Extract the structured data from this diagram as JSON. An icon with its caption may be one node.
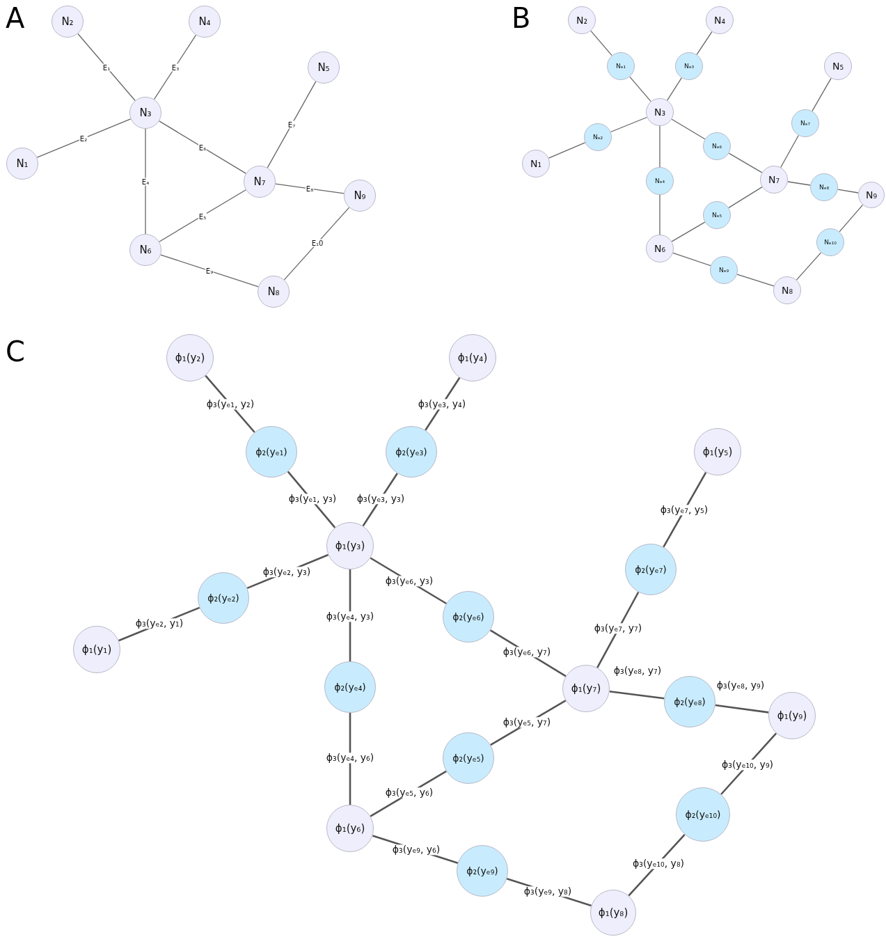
{
  "diagram": {
    "nodes": [
      {
        "text": [
          "N₂"
        ]
      },
      {
        "text": [
          "N₄"
        ]
      },
      {
        "text": [
          "N₅"
        ]
      },
      {
        "text": [
          "N₃"
        ]
      },
      {
        "text": [
          "N₁"
        ]
      },
      {
        "text": [
          "N₇"
        ]
      },
      {
        "text": [
          "N₉"
        ]
      },
      {
        "text": [
          "N₆"
        ]
      },
      {
        "text": [
          "N₈"
        ]
      },
      {
        "text": [
          "N₂"
        ]
      },
      {
        "text": [
          "N₄"
        ]
      },
      {
        "text": [
          "Nₑ₁"
        ]
      },
      {
        "text": [
          "Nₑ₃"
        ]
      },
      {
        "text": [
          "N₅"
        ]
      },
      {
        "text": [
          "N₃"
        ]
      },
      {
        "text": [
          "Nₑ₇"
        ]
      },
      {
        "text": [
          "Nₑ₂"
        ]
      },
      {
        "text": [
          "Nₑ₆"
        ]
      },
      {
        "text": [
          "N₁"
        ]
      },
      {
        "text": [
          "N₇"
        ]
      },
      {
        "text": [
          "Nₑ₄"
        ]
      },
      {
        "text": [
          "Nₑ₈"
        ]
      },
      {
        "text": [
          "N₉"
        ]
      },
      {
        "text": [
          "Nₑ₅"
        ]
      },
      {
        "text": [
          "Nₑ₁₀"
        ]
      },
      {
        "text": [
          "N₆"
        ]
      },
      {
        "text": [
          "Nₑ₉"
        ]
      },
      {
        "text": [
          "N₈"
        ]
      },
      {
        "text": [
          "ϕ₁(y₂)"
        ]
      },
      {
        "text": [
          "ϕ₁(y₄)"
        ]
      },
      {
        "text": [
          "ϕ₂(yₑ₁)"
        ]
      },
      {
        "text": [
          "ϕ₂(yₑ₃)"
        ]
      },
      {
        "text": [
          "ϕ₁(y₅)"
        ]
      },
      {
        "text": [
          "ϕ₁(y₃)"
        ]
      },
      {
        "text": [
          "ϕ₂(yₑ₇)"
        ]
      },
      {
        "text": [
          "ϕ₂(yₑ₂)"
        ]
      },
      {
        "text": [
          "ϕ₂(yₑ₆)"
        ]
      },
      {
        "text": [
          "ϕ₁(y₁)"
        ]
      },
      {
        "text": [
          "ϕ₂(yₑ₄)"
        ]
      },
      {
        "text": [
          "ϕ₁(y₇)"
        ]
      },
      {
        "text": [
          "ϕ₂(yₑ₈)"
        ]
      },
      {
        "text": [
          "ϕ₁(y₉)"
        ]
      },
      {
        "text": [
          "ϕ₂(yₑ₅)"
        ]
      },
      {
        "text": [
          "ϕ₂(yₑ₁₀)"
        ]
      },
      {
        "text": [
          "ϕ₁(y₆)"
        ]
      },
      {
        "text": [
          "ϕ₂(yₑ₉)"
        ]
      },
      {
        "text": [
          "ϕ₁(y₈)"
        ]
      }
    ],
    "edges": [
      {
        "from": 0,
        "to": 3,
        "arrow": "none",
        "label": "E₁"
      },
      {
        "from": 4,
        "to": 3,
        "arrow": "none",
        "label": "E₂"
      },
      {
        "from": 1,
        "to": 3,
        "arrow": "none",
        "label": "E₃"
      },
      {
        "from": 3,
        "to": 7,
        "arrow": "none",
        "label": "E₄"
      },
      {
        "from": 7,
        "to": 5,
        "arrow": "none",
        "label": "E₅"
      },
      {
        "from": 3,
        "to": 5,
        "arrow": "none",
        "label": "E₆"
      },
      {
        "from": 2,
        "to": 5,
        "arrow": "none",
        "label": "E₇"
      },
      {
        "from": 5,
        "to": 6,
        "arrow": "none",
        "label": "E₈"
      },
      {
        "from": 7,
        "to": 8,
        "arrow": "none",
        "label": "E₉"
      },
      {
        "from": 6,
        "to": 8,
        "arrow": "none",
        "label": "E₁0"
      },
      {
        "from": 9,
        "to": 11,
        "arrow": "none"
      },
      {
        "from": 11,
        "to": 14,
        "arrow": "none"
      },
      {
        "from": 10,
        "to": 12,
        "arrow": "none"
      },
      {
        "from": 12,
        "to": 14,
        "arrow": "none"
      },
      {
        "from": 18,
        "to": 16,
        "arrow": "none"
      },
      {
        "from": 16,
        "to": 14,
        "arrow": "none"
      },
      {
        "from": 14,
        "to": 20,
        "arrow": "none"
      },
      {
        "from": 20,
        "to": 25,
        "arrow": "none"
      },
      {
        "from": 14,
        "to": 17,
        "arrow": "none"
      },
      {
        "from": 17,
        "to": 19,
        "arrow": "none"
      },
      {
        "from": 13,
        "to": 15,
        "arrow": "none"
      },
      {
        "from": 15,
        "to": 19,
        "arrow": "none"
      },
      {
        "from": 19,
        "to": 21,
        "arrow": "none"
      },
      {
        "from": 21,
        "to": 22,
        "arrow": "none"
      },
      {
        "from": 19,
        "to": 23,
        "arrow": "none"
      },
      {
        "from": 23,
        "to": 25,
        "arrow": "none"
      },
      {
        "from": 22,
        "to": 24,
        "arrow": "none"
      },
      {
        "from": 24,
        "to": 27,
        "arrow": "none"
      },
      {
        "from": 25,
        "to": 26,
        "arrow": "none"
      },
      {
        "from": 26,
        "to": 27,
        "arrow": "none"
      },
      {
        "from": 28,
        "to": 30,
        "arrow": "none",
        "label": "ϕ₃(yₑ₁, y₂)"
      },
      {
        "from": 30,
        "to": 33,
        "arrow": "none",
        "label": "ϕ₃(yₑ₁, y₃)"
      },
      {
        "from": 29,
        "to": 31,
        "arrow": "none",
        "label": "ϕ₃(yₑ₃, y₄)"
      },
      {
        "from": 31,
        "to": 33,
        "arrow": "none",
        "label": "ϕ₃(yₑ₃, y₃)"
      },
      {
        "from": 33,
        "to": 35,
        "arrow": "none",
        "label": "ϕ₃(yₑ₂, y₃)"
      },
      {
        "from": 35,
        "to": 37,
        "arrow": "none",
        "label": "ϕ₃(yₑ₂, y₁)"
      },
      {
        "from": 33,
        "to": 38,
        "arrow": "none",
        "label": "ϕ₃(yₑ₄, y₃)"
      },
      {
        "from": 38,
        "to": 44,
        "arrow": "none",
        "label": "ϕ₃(yₑ₄, y₆)"
      },
      {
        "from": 33,
        "to": 36,
        "arrow": "none",
        "label": "ϕ₃(yₑ₆, y₃)"
      },
      {
        "from": 36,
        "to": 39,
        "arrow": "none",
        "label": "ϕ₃(yₑ₆, y₇)"
      },
      {
        "from": 32,
        "to": 34,
        "arrow": "none",
        "label": "ϕ₃(yₑ₇, y₅)"
      },
      {
        "from": 34,
        "to": 39,
        "arrow": "none",
        "label": "ϕ₃(yₑ₇, y₇)"
      },
      {
        "from": 39,
        "to": 40,
        "arrow": "none",
        "label": "ϕ₃(yₑ₈, y₇)"
      },
      {
        "from": 40,
        "to": 41,
        "arrow": "none",
        "label": "ϕ₃(yₑ₈, y₉)"
      },
      {
        "from": 39,
        "to": 42,
        "arrow": "none",
        "label": "ϕ₃(yₑ₅, y₇)"
      },
      {
        "from": 42,
        "to": 44,
        "arrow": "none",
        "label": "ϕ₃(yₑ₅, y₆)"
      },
      {
        "from": 41,
        "to": 43,
        "arrow": "none",
        "label": "ϕ₃(yₑ₁₀, y₉)"
      },
      {
        "from": 43,
        "to": 46,
        "arrow": "none",
        "label": "ϕ₃(yₑ₁₀, y₈)"
      },
      {
        "from": 44,
        "to": 45,
        "arrow": "none",
        "label": "ϕ₃(yₑ₉, y₆)"
      },
      {
        "from": 45,
        "to": 46,
        "arrow": "none",
        "label": "ϕ₃(yₑ₉, y₈)"
      }
    ],
    "labels": [
      "A",
      "B",
      "C"
    ]
  }
}
